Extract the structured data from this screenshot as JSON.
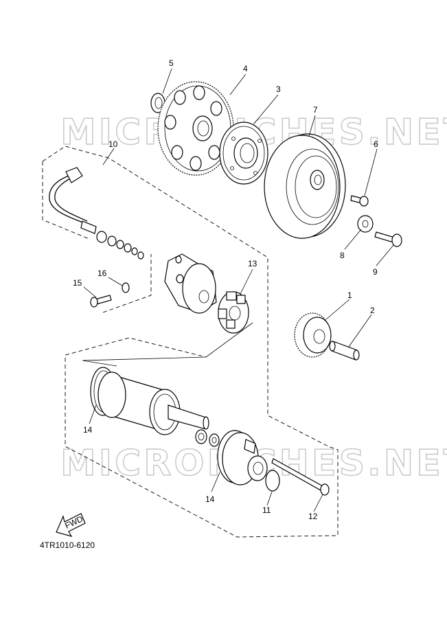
{
  "watermark": "MICROFICHES.NET",
  "catalog_code": "4TR1010-6120",
  "fwd_label": "FWD",
  "part_numbers": {
    "p1": "1",
    "p2": "2",
    "p3": "3",
    "p4": "4",
    "p5": "5",
    "p6": "6",
    "p7": "7",
    "p8": "8",
    "p9": "9",
    "p10": "10",
    "p11": "11",
    "p12": "12",
    "p13": "13",
    "p14a": "14",
    "p14b": "14",
    "p15": "15",
    "p16": "16"
  }
}
